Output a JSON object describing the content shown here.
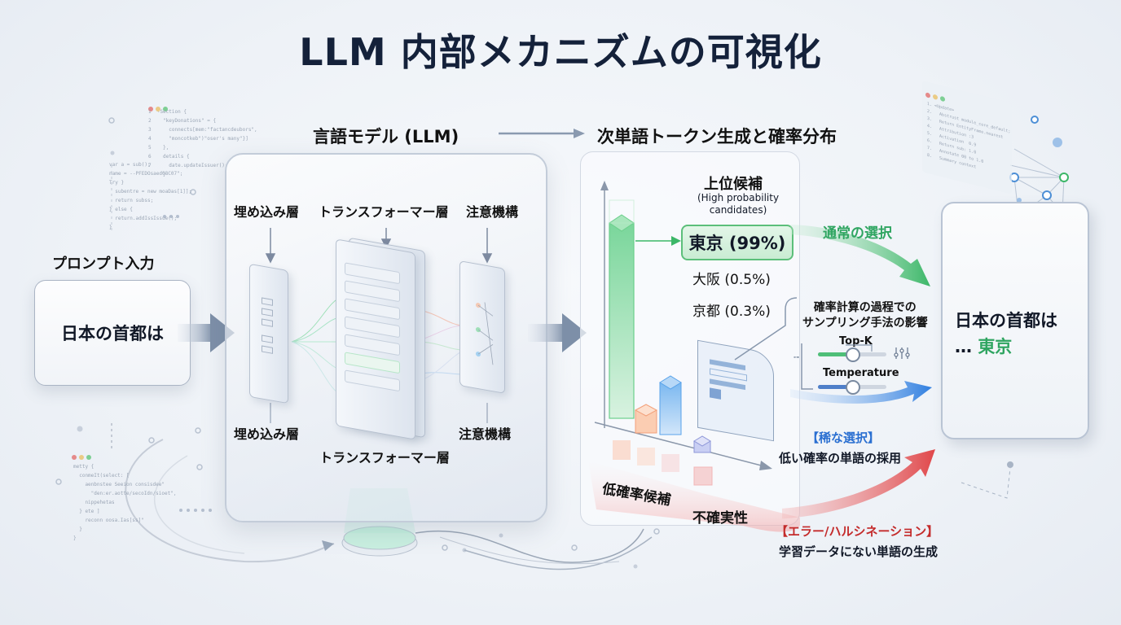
{
  "title": "LLM 内部メカニズムの可視化",
  "headers": {
    "llm": "言語モデル (LLM)",
    "generation": "次単語トークン生成と確率分布"
  },
  "prompt": {
    "label": "プロンプト入力",
    "text": "日本の首都は"
  },
  "llm": {
    "top_labels": [
      "埋め込み層",
      "トランスフォーマー層",
      "注意機構"
    ],
    "bottom_labels": [
      "埋め込み層",
      "トランスフォーマー層",
      "注意機構"
    ]
  },
  "probability": {
    "top_heading": "上位候補",
    "top_sub": "(High probability candidates)",
    "top_sub_line1": "(High probability",
    "top_sub_line2": "candidates)",
    "candidates": [
      {
        "word": "東京",
        "prob": "99%",
        "label": "東京 (99%)"
      },
      {
        "word": "大阪",
        "prob": "0.5%",
        "label": "大阪 (0.5%)"
      },
      {
        "word": "京都",
        "prob": "0.3%",
        "label": "京都 (0.3%)"
      }
    ],
    "low_label": "低確率候補",
    "uncertainty_label": "不確実性"
  },
  "sampling": {
    "title_line1": "確率計算の過程での",
    "title_line2": "サンプリング手法の影響",
    "topk_label": "Top-K",
    "topk_value": 0.5,
    "temperature_label": "Temperature",
    "temperature_value": 0.5
  },
  "paths": {
    "normal": "通常の選択",
    "rare_title": "【稀な選択】",
    "rare_desc": "低い確率の単語の採用",
    "error_title": "【エラー/ハルシネーション】",
    "error_desc": "学習データにない単語の生成"
  },
  "output": {
    "line1": "日本の首都は",
    "ellipsis": "…",
    "answer": "東京"
  },
  "colors": {
    "green": "#3cb768",
    "blue": "#2f7ee0",
    "red": "#e0474a",
    "orange": "#f4a27a",
    "navy": "#14213a"
  },
  "code_snippets": {
    "top_left": "1  -Section {\n2    \"keyDonations\" = {\n3      connects[mem:\"factancdeubors\",\n4      \"moncotkeb\")\"oser's many\"}]\n5    },\n6    details {\n7      date.updateIssuer();\n     }",
    "mid_left": "var a = sub();\nname = --PFEDOsaed08C07\";\nTry }\n  subentre = new moaDas[1]];\n  return subss;\n} else {\n  return.addIssIssue();\n}",
    "bottom_left": "metty {\n  conmeIt(select: [\n    aenbnstee Seeion consisdee\"\n      \"den:er.aotte/secoIdn/sioet\",\n    nippehetas\n  } ete ]\n    reconn oosa.Ias[ss]\"\n  }\n}",
    "top_right": "1. <Update>\n2.   Abstrust module_core_default;\n3.   Return EntityFrame.nearest\n4.   Attribution :3\n5.   Activation  0.9\n6.   Return sub: 1.0\n7.   Annotate 00 to 1.0\n8.   Summary context"
  }
}
